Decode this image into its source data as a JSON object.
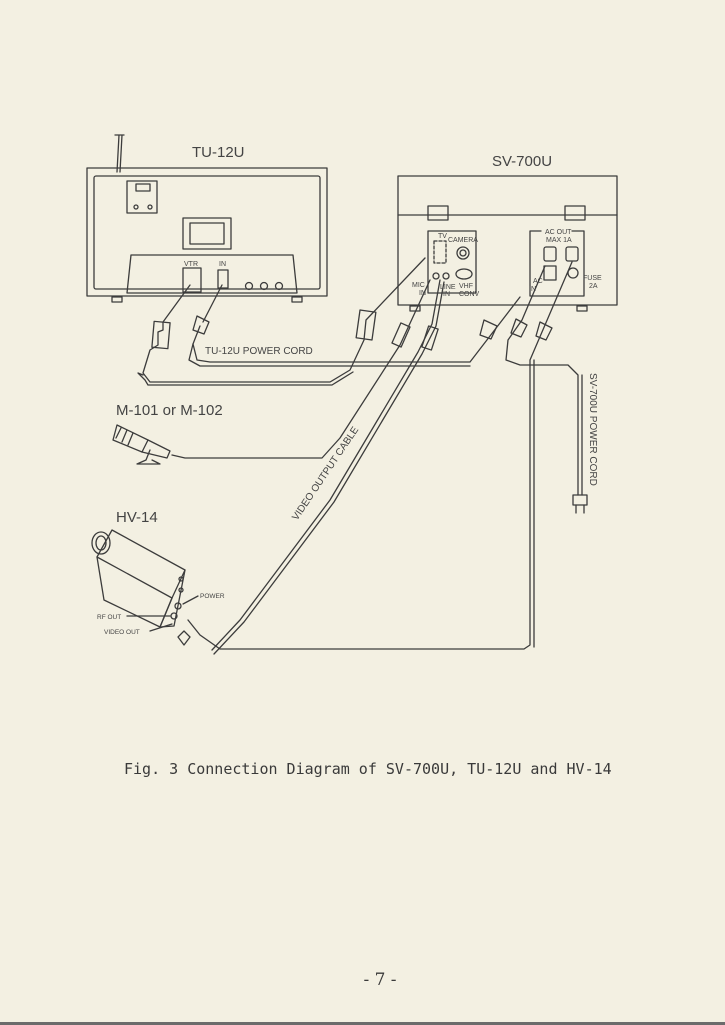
{
  "devices": {
    "tu12u": {
      "name": "TU-12U",
      "vtr": "VTR",
      "in": "IN"
    },
    "sv700u": {
      "name": "SV-700U",
      "tv": "TV",
      "camera": "CAMERA",
      "mic": "MIC",
      "mic_in": "IN",
      "line": "LINE",
      "line_in": "IN",
      "vhf": "VHF",
      "conv": "CONV",
      "ac_out": "AC OUT",
      "max": "MAX 1A",
      "ac": "AC",
      "ac_in": "IN",
      "fuse": "FUSE",
      "fuse_rating": "2A"
    },
    "mic": {
      "name": "M-101 or M-102"
    },
    "hv14": {
      "name": "HV-14",
      "power": "POWER",
      "rf_out": "RF OUT",
      "video_out": "VIDEO OUT"
    }
  },
  "cables": {
    "tu12u_power": "TU-12U POWER CORD",
    "sv700u_power": "SV-700U POWER CORD",
    "video_output": "VIDEO OUTPUT CABLE"
  },
  "caption": "Fig. 3  Connection Diagram of SV-700U, TU-12U and HV-14",
  "page_number": "- 7 -",
  "colors": {
    "paper": "#f3f0e2",
    "ink": "#3c3c3c"
  }
}
